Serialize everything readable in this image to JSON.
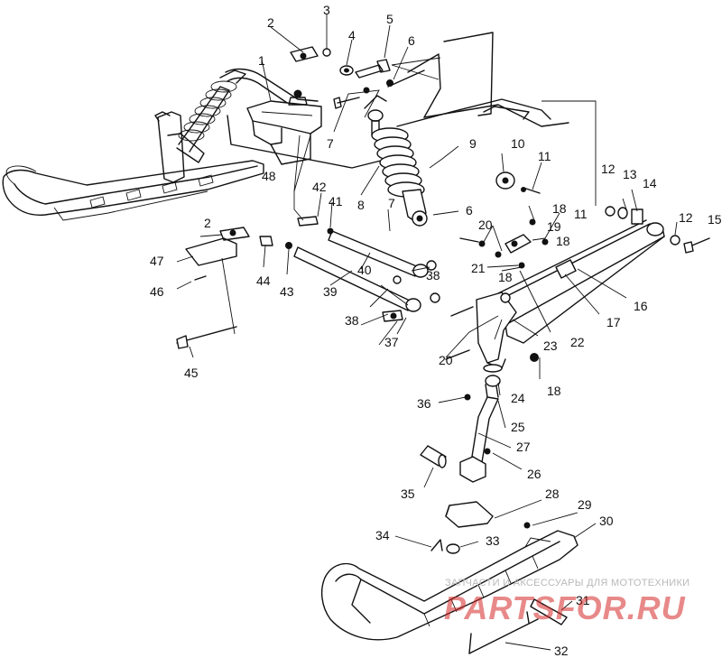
{
  "callouts": {
    "c1": "1",
    "c2a": "2",
    "c2b": "2",
    "c3": "3",
    "c4": "4",
    "c5": "5",
    "c6a": "6",
    "c6b": "6",
    "c7a": "7",
    "c7b": "7",
    "c8": "8",
    "c9": "9",
    "c10": "10",
    "c11a": "11",
    "c11b": "11",
    "c12a": "12",
    "c12b": "12",
    "c13": "13",
    "c14": "14",
    "c15": "15",
    "c16": "16",
    "c17": "17",
    "c18a": "18",
    "c18b": "18",
    "c18c": "18",
    "c18d": "18",
    "c19": "19",
    "c20a": "20",
    "c20b": "20",
    "c21": "21",
    "c22": "22",
    "c23": "23",
    "c24": "24",
    "c25": "25",
    "c26": "26",
    "c27": "27",
    "c28": "28",
    "c29": "29",
    "c30": "30",
    "c31": "31",
    "c32": "32",
    "c33": "33",
    "c34": "34",
    "c35": "35",
    "c36": "36",
    "c37": "37",
    "c38a": "38",
    "c38b": "38",
    "c39": "39",
    "c40": "40",
    "c41": "41",
    "c42": "42",
    "c43": "43",
    "c44": "44",
    "c45": "45",
    "c46": "46",
    "c47": "47",
    "c48": "48"
  },
  "watermark": {
    "tagline": "ЗАПЧАСТИ И АКСЕССУАРЫ ДЛЯ МОТОТЕХНИКИ",
    "logo": "PARTSFOR.RU"
  }
}
